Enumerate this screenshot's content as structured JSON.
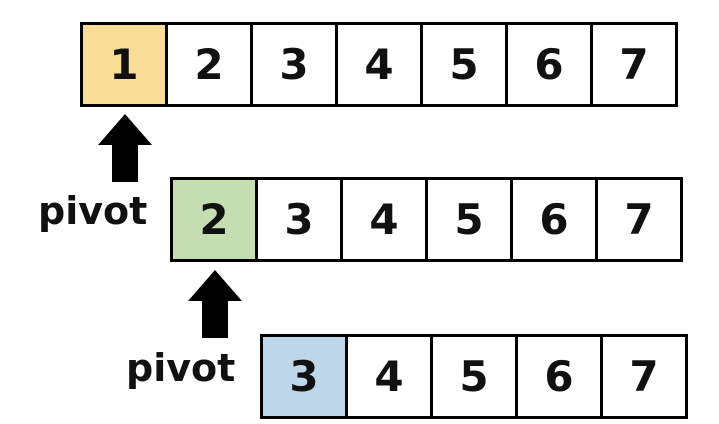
{
  "rows": [
    {
      "cells": [
        "1",
        "2",
        "3",
        "4",
        "5",
        "6",
        "7"
      ],
      "highlight_color": "#f9dd96"
    },
    {
      "cells": [
        "2",
        "3",
        "4",
        "5",
        "6",
        "7"
      ],
      "highlight_color": "#c4deb2"
    },
    {
      "cells": [
        "3",
        "4",
        "5",
        "6",
        "7"
      ],
      "highlight_color": "#bed6ea"
    }
  ],
  "pivot_labels": [
    "pivot",
    "pivot"
  ],
  "arrow_icon": "up-arrow-icon"
}
